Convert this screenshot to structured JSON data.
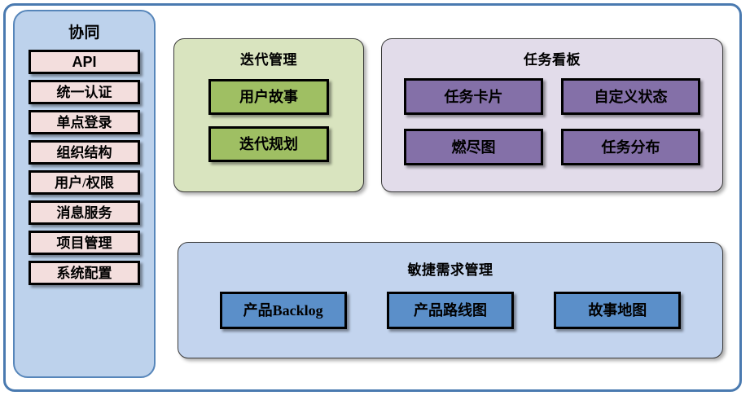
{
  "diagram": {
    "title_colors": {
      "frame_border": "#4a7ab0",
      "sidebar_fill": "#bdd2ec",
      "pink_chip": "#f3dedd",
      "green_panel": "#d9e4bf",
      "green_chip": "#9fbf63",
      "purple_panel": "#e2dcea",
      "purple_chip": "#8470a8",
      "blue_panel": "#c3d4ee",
      "blue_chip": "#5b8fc9"
    }
  },
  "sidebar": {
    "title": "协同",
    "items": [
      {
        "label": "API",
        "emphasis": "latin"
      },
      {
        "label": "统一认证",
        "emphasis": "cjk"
      },
      {
        "label": "单点登录",
        "emphasis": "cjk"
      },
      {
        "label": "组织结构",
        "emphasis": "cjk"
      },
      {
        "label": "用户/权限",
        "emphasis": "cjk"
      },
      {
        "label": "消息服务",
        "emphasis": "cjk"
      },
      {
        "label": "项目管理",
        "emphasis": "cjk"
      },
      {
        "label": "系统配置",
        "emphasis": "cjk"
      }
    ]
  },
  "panels": {
    "iteration": {
      "title": "迭代管理",
      "items": [
        {
          "label": "用户故事"
        },
        {
          "label": "迭代规划"
        }
      ]
    },
    "taskboard": {
      "title": "任务看板",
      "items": [
        {
          "label": "任务卡片"
        },
        {
          "label": "自定义状态"
        },
        {
          "label": "燃尽图"
        },
        {
          "label": "任务分布"
        }
      ]
    },
    "agile": {
      "title": "敏捷需求管理",
      "items": [
        {
          "label": "产品Backlog"
        },
        {
          "label": "产品路线图"
        },
        {
          "label": "故事地图"
        }
      ]
    }
  }
}
